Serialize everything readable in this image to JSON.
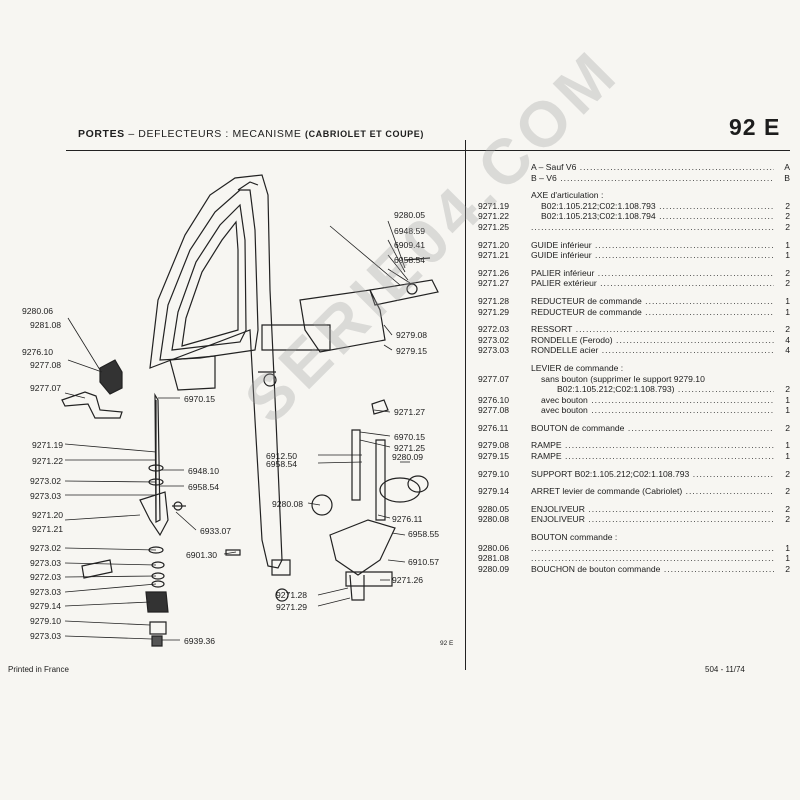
{
  "header": {
    "title_prefix": "PORTES",
    "title_dash": "–",
    "title_main": "DEFLECTEURS : MECANISME",
    "title_paren": "(CABRIOLET ET COUPE)",
    "page_code": "92 E"
  },
  "diagram": {
    "figure_code": "92 E",
    "callouts": [
      "9280.05",
      "6948.59",
      "6909.41",
      "6958.54",
      "9280.06",
      "9281.08",
      "9276.10",
      "9277.08",
      "9277.07",
      "6970.15",
      "9279.08",
      "9279.15",
      "9271.27",
      "9271.19",
      "9271.22",
      "6970.15",
      "9271.25",
      "6912.50",
      "6958.54",
      "9280.09",
      "9273.02",
      "6948.10",
      "9273.03",
      "6958.54",
      "9271.20",
      "9271.21",
      "9280.08",
      "6933.07",
      "9276.11",
      "9273.02",
      "6958.55",
      "9273.03",
      "6901.30",
      "6910.57",
      "9272.03",
      "9271.26",
      "9273.03",
      "9279.14",
      "9271.28",
      "9271.29",
      "9279.10",
      "9273.03",
      "6939.36"
    ]
  },
  "parts": [
    {
      "ref": "",
      "desc": "A – Sauf V6",
      "qty": "A"
    },
    {
      "ref": "",
      "desc": "B – V6",
      "qty": "B"
    },
    {
      "gap": true
    },
    {
      "ref": "",
      "desc": "AXE d'articulation :",
      "qty": "",
      "nodots": true
    },
    {
      "ref": "9271.19",
      "desc": "B02:1.105.212;C02:1.108.793",
      "qty": "2",
      "indent": 1
    },
    {
      "ref": "9271.22",
      "desc": "B02:1.105.213;C02:1.108.794",
      "qty": "2",
      "indent": 1
    },
    {
      "ref": "9271.25",
      "desc": "",
      "qty": "2"
    },
    {
      "gap": true
    },
    {
      "ref": "9271.20",
      "desc": "GUIDE inférieur",
      "qty": "1"
    },
    {
      "ref": "9271.21",
      "desc": "GUIDE inférieur",
      "qty": "1"
    },
    {
      "gap": true
    },
    {
      "ref": "9271.26",
      "desc": "PALIER inférieur",
      "qty": "2"
    },
    {
      "ref": "9271.27",
      "desc": "PALIER extérieur",
      "qty": "2"
    },
    {
      "gap": true
    },
    {
      "ref": "9271.28",
      "desc": "REDUCTEUR de commande",
      "qty": "1"
    },
    {
      "ref": "9271.29",
      "desc": "REDUCTEUR de commande",
      "qty": "1"
    },
    {
      "gap": true
    },
    {
      "ref": "9272.03",
      "desc": "RESSORT",
      "qty": "2"
    },
    {
      "ref": "9273.02",
      "desc": "RONDELLE (Ferodo)",
      "qty": "4"
    },
    {
      "ref": "9273.03",
      "desc": "RONDELLE acier",
      "qty": "4"
    },
    {
      "gap": true
    },
    {
      "ref": "",
      "desc": "LEVIER de commande :",
      "qty": "",
      "nodots": true
    },
    {
      "ref": "9277.07",
      "desc": "sans bouton (supprimer le support 9279.10",
      "qty": "",
      "nodots": true,
      "indent": 1
    },
    {
      "ref": "",
      "desc": "B02:1.105.212;C02:1.108.793)",
      "qty": "2",
      "indent": 2
    },
    {
      "ref": "9276.10",
      "desc": "avec bouton",
      "qty": "1",
      "indent": 1
    },
    {
      "ref": "9277.08",
      "desc": "avec bouton",
      "qty": "1",
      "indent": 1
    },
    {
      "gap": true
    },
    {
      "ref": "9276.11",
      "desc": "BOUTON de commande",
      "qty": "2"
    },
    {
      "gap": true
    },
    {
      "ref": "9279.08",
      "desc": "RAMPE",
      "qty": "1"
    },
    {
      "ref": "9279.15",
      "desc": "RAMPE",
      "qty": "1"
    },
    {
      "gap": true
    },
    {
      "ref": "9279.10",
      "desc": "SUPPORT B02:1.105.212;C02:1.108.793",
      "qty": "2"
    },
    {
      "gap": true
    },
    {
      "ref": "9279.14",
      "desc": "ARRET levier de commande (Cabriolet)",
      "qty": "2"
    },
    {
      "gap": true
    },
    {
      "ref": "9280.05",
      "desc": "ENJOLIVEUR",
      "qty": "2"
    },
    {
      "ref": "9280.08",
      "desc": "ENJOLIVEUR",
      "qty": "2"
    },
    {
      "gap": true
    },
    {
      "ref": "",
      "desc": "BOUTON commande :",
      "qty": "",
      "nodots": true
    },
    {
      "ref": "9280.06",
      "desc": "",
      "qty": "1"
    },
    {
      "ref": "9281.08",
      "desc": "",
      "qty": "1"
    },
    {
      "ref": "9280.09",
      "desc": "BOUCHON de bouton commande",
      "qty": "2"
    }
  ],
  "watermark": "SERIE04.COM",
  "footer": {
    "left": "Printed in France",
    "right": "504 - 11/74"
  }
}
